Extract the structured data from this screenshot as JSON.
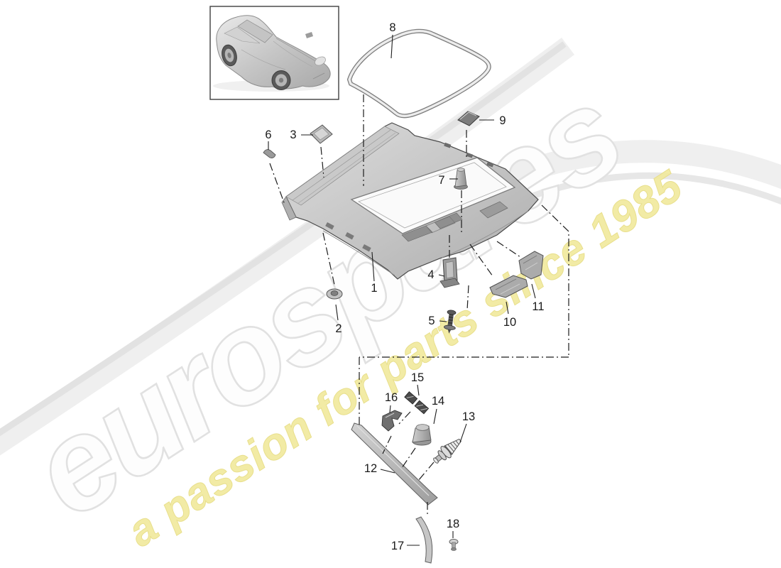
{
  "watermark": {
    "brand": "eurospares",
    "tagline": "a passion for parts since 1985"
  },
  "diagram": {
    "part_labels": {
      "p1": "1",
      "p2": "2",
      "p3": "3",
      "p4": "4",
      "p5": "5",
      "p6": "6",
      "p7": "7",
      "p8": "8",
      "p9": "9",
      "p10": "10",
      "p11": "11",
      "p12": "12",
      "p13": "13",
      "p14": "14",
      "p15": "15",
      "p16": "16",
      "p17": "17",
      "p18": "18"
    }
  },
  "colors": {
    "label_text": "#1a1a1a",
    "leader_line": "#1c1c1c",
    "watermark_brand_fill": "#fdfdfd",
    "watermark_brand_outline": "#e1e1e1",
    "watermark_tagline": "#f1ea9e",
    "part_gray": "#b9b9b9"
  }
}
